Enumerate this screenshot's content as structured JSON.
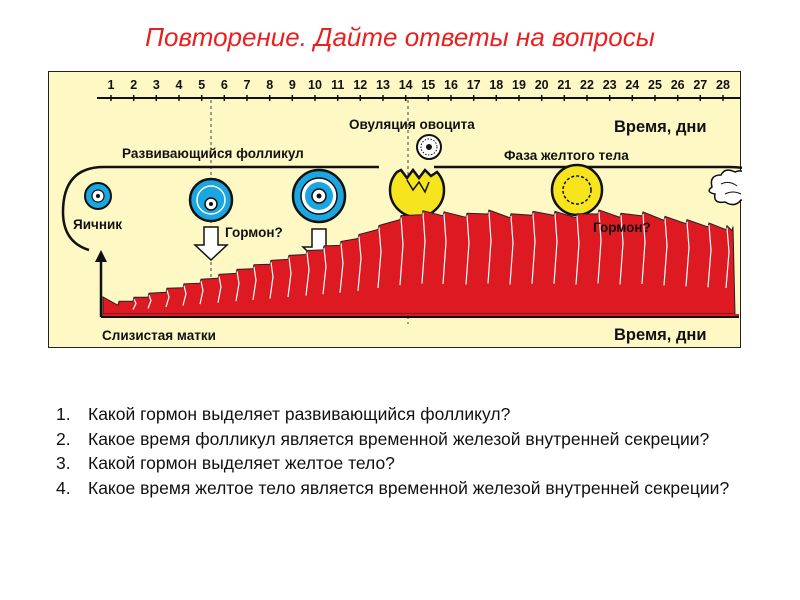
{
  "title": "Повторение. Дайте ответы на вопросы",
  "diagram": {
    "days": [
      "1",
      "2",
      "3",
      "4",
      "5",
      "6",
      "7",
      "8",
      "9",
      "10",
      "11",
      "12",
      "13",
      "14",
      "15",
      "16",
      "17",
      "18",
      "19",
      "20",
      "21",
      "22",
      "23",
      "24",
      "25",
      "26",
      "27",
      "28"
    ],
    "labels": {
      "ovulation": "Овуляция овоцита",
      "time_top": "Время, дни",
      "developing_follicle": "Развивающийся фолликул",
      "corpus_luteum_phase": "Фаза желтого тела",
      "ovary": "Яичник",
      "hormone_1": "Гормон?",
      "hormone_2": "Гормон?",
      "endometrium": "Слизистая матки",
      "time_bottom": "Время, дни"
    },
    "colors": {
      "background": "#fdf8c4",
      "endometrium": "#dd1a22",
      "follicle": "#1aa6e0",
      "corpus_luteum": "#f6e51e"
    }
  },
  "questions": [
    {
      "num": "1.",
      "text": "Какой гормон выделяет развивающийся фолликул?"
    },
    {
      "num": "2.",
      "text": "Какое время фолликул является временной железой внутренней секреции?"
    },
    {
      "num": "3.",
      "text": "Какой гормон выделяет желтое тело?"
    },
    {
      "num": "4.",
      "text": "Какое время желтое тело является временной железой внутренней секреции?"
    }
  ]
}
